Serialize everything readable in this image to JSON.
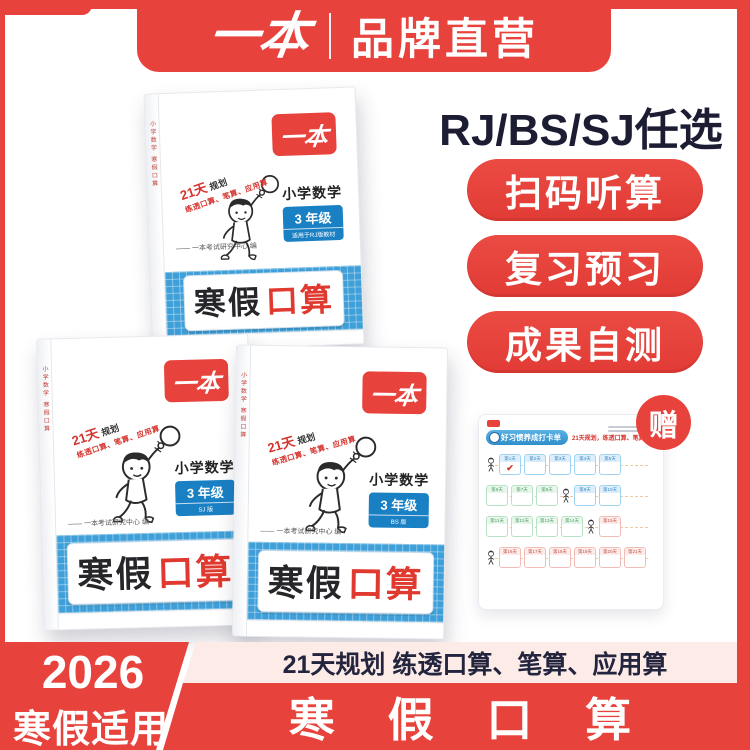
{
  "top_banner": {
    "logo": "一本",
    "title": "品牌直营"
  },
  "right_panel": {
    "headline": "RJ/BS/SJ任选",
    "badges": [
      "扫码听算",
      "复习预习",
      "成果自测"
    ]
  },
  "books": [
    {
      "logo": "一本",
      "plan_days": "21天",
      "plan_tag": "规划",
      "plan_line": "练透口算、笔算、应用算",
      "subject": "小学数学",
      "grade": "3 年级",
      "edition": "适用于RJ版教材",
      "byline": "—— 一本考试研究中心 编",
      "title_dark": "寒假",
      "title_red": "口算",
      "spine": "小学数学 寒假口算"
    },
    {
      "logo": "一本",
      "plan_days": "21天",
      "plan_tag": "规划",
      "plan_line": "练透口算、笔算、应用算",
      "subject": "小学数学",
      "grade": "3 年级",
      "edition": "SJ 版",
      "byline": "—— 一本考试研究中心 编",
      "title_dark": "寒假",
      "title_red": "口算",
      "spine": "小学数学 寒假口算"
    },
    {
      "logo": "一本",
      "plan_days": "21天",
      "plan_tag": "规划",
      "plan_line": "练透口算、笔算、应用算",
      "subject": "小学数学",
      "grade": "3 年级",
      "edition": "BS 版",
      "byline": "—— 一本考试研究中心 编",
      "title_dark": "寒假",
      "title_red": "口算",
      "spine": "小学数学 寒假口算"
    }
  ],
  "gift_card": {
    "tag": "赠",
    "header": "好习惯养成打卡单",
    "subtitle": "21天规划，练透口算、笔算、应用算",
    "rows": [
      {
        "figure_at": -1,
        "days": [
          {
            "label": "第1天",
            "color": "blue",
            "checked": true
          },
          {
            "label": "第2天",
            "color": "blue"
          },
          {
            "label": "第3天",
            "color": "blue"
          },
          {
            "label": "第4天",
            "color": "blue"
          },
          {
            "label": "第5天",
            "color": "blue"
          }
        ]
      },
      {
        "figure_at": 2,
        "days": [
          {
            "label": "第6天",
            "color": "green"
          },
          {
            "label": "第7天",
            "color": "green"
          },
          {
            "label": "第8天",
            "color": "green"
          },
          {
            "label": "第9天",
            "color": "blue"
          },
          {
            "label": "第10天",
            "color": "blue"
          }
        ]
      },
      {
        "figure_at": 3,
        "days": [
          {
            "label": "第11天",
            "color": "green"
          },
          {
            "label": "第12天",
            "color": "green"
          },
          {
            "label": "第13天",
            "color": "green"
          },
          {
            "label": "第14天",
            "color": "green"
          },
          {
            "label": "第15天",
            "color": "red"
          }
        ]
      },
      {
        "figure_at": -1,
        "days": [
          {
            "label": "第16天",
            "color": "red"
          },
          {
            "label": "第17天",
            "color": "red"
          },
          {
            "label": "第18天",
            "color": "red"
          },
          {
            "label": "第19天",
            "color": "red"
          },
          {
            "label": "第20天",
            "color": "red"
          },
          {
            "label": "第21天",
            "color": "red"
          }
        ]
      }
    ]
  },
  "bottom_banner": {
    "year": "2026",
    "season": "寒假适用",
    "subtitle": "21天规划 练透口算、笔算、应用算",
    "title": "寒 假 口 算"
  },
  "colors": {
    "red": "#E8423C",
    "dark": "#1C1D33",
    "pink": "#FCEBE6",
    "book_blue": "#3F9FD8",
    "badge_blue": "#1A80C4"
  }
}
